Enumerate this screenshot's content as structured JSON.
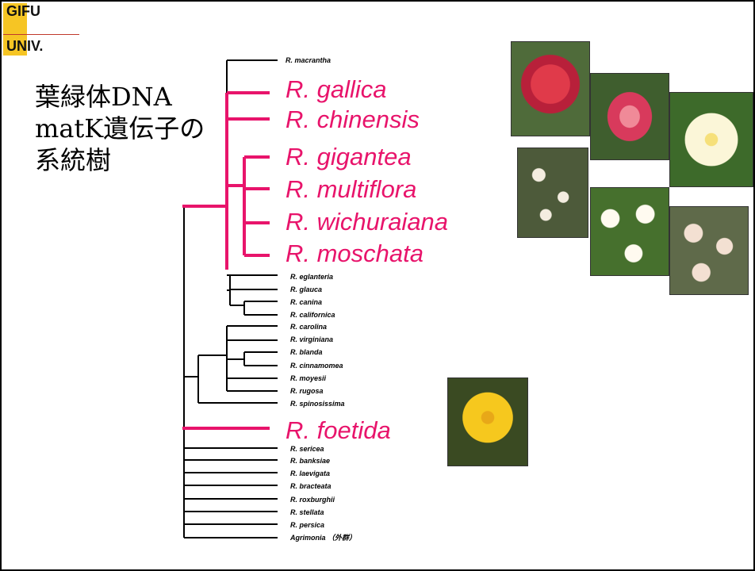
{
  "logo": {
    "line1": "GIFU",
    "line2": "UNIV."
  },
  "title": {
    "line1": "葉緑体DNA",
    "line2": "matK遺伝子の",
    "line3": "系統樹"
  },
  "taxa": {
    "macrantha": "R. macrantha",
    "gallica": "R. gallica",
    "chinensis": "R. chinensis",
    "gigantea": "R. gigantea",
    "multiflora": "R. multiflora",
    "wichuraiana": "R. wichuraiana",
    "moschata": "R. moschata",
    "eglanteria": "R. eglanteria",
    "glauca": "R. glauca",
    "canina": "R. canina",
    "californica": "R. californica",
    "carolina": "R. carolina",
    "virginiana": "R. virginiana",
    "blanda": "R. blanda",
    "cinnamomea": "R. cinnamomea",
    "moyesii": "R. moyesii",
    "rugosa": "R. rugosa",
    "spinosissima": "R. spinosissima",
    "foetida": "R. foetida",
    "sericea": "R. sericea",
    "banksiae": "R. banksiae",
    "laevigata": "R. laevigata",
    "bracteata": "R. bracteata",
    "roxburghii": "R. roxburghii",
    "stellata": "R. stellata",
    "persica": "R. persica",
    "agrimonia": "Agrimonia （外群）"
  },
  "colors": {
    "highlight": "#e8146b",
    "branch": "#000000",
    "logo_bar": "#f6c524"
  }
}
